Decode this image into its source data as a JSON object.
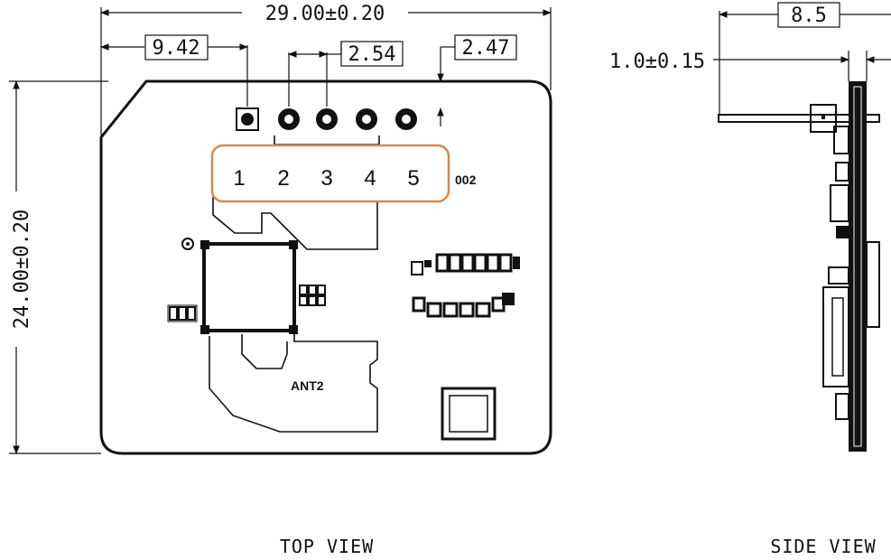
{
  "dimensions": {
    "overall_width": "29.00±0.20",
    "pin1_offset": "9.42",
    "pin_pitch": "2.54",
    "pin_edge_offset": "2.47",
    "overall_height": "24.00±0.20",
    "side_length": "8.5",
    "board_thickness": "1.0±0.15"
  },
  "pins": [
    "1",
    "2",
    "3",
    "4",
    "5"
  ],
  "silkscreen": {
    "antenna_label": "ANT2",
    "ref_label": "002"
  },
  "views": {
    "top": "TOP VIEW",
    "side": "SIDE VIEW"
  },
  "colors": {
    "highlight": "#d9894a",
    "ink": "#111111"
  }
}
